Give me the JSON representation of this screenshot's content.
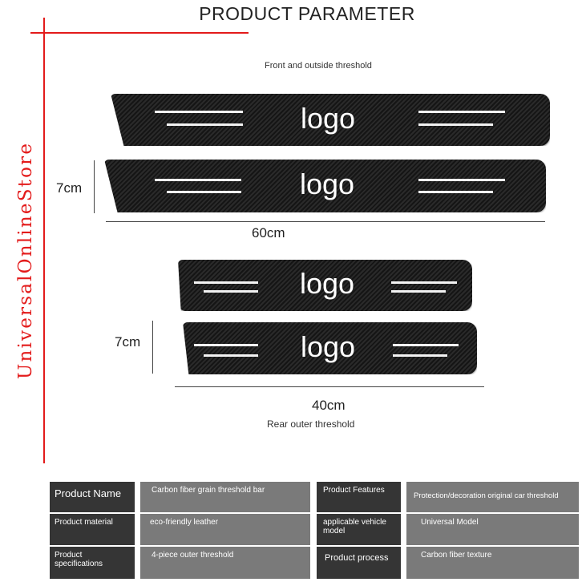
{
  "title": "PRODUCT PARAMETER",
  "store_name": "UniversalOnlineStore",
  "captions": {
    "front": "Front and outside threshold",
    "rear": "Rear outer threshold"
  },
  "plate_text": "logo",
  "dimensions": {
    "height_top": "7cm",
    "width_top": "60cm",
    "height_bottom": "7cm",
    "width_bottom": "40cm"
  },
  "table": [
    [
      "Product Name",
      "Carbon fiber grain threshold bar",
      "Product Features",
      "Protection/decoration original car threshold"
    ],
    [
      "Product material",
      "eco-friendly leather",
      "applicable vehicle model",
      "Universal Model"
    ],
    [
      "Product specifications",
      "4-piece outer threshold",
      "Product process",
      "Carbon fiber texture"
    ]
  ]
}
